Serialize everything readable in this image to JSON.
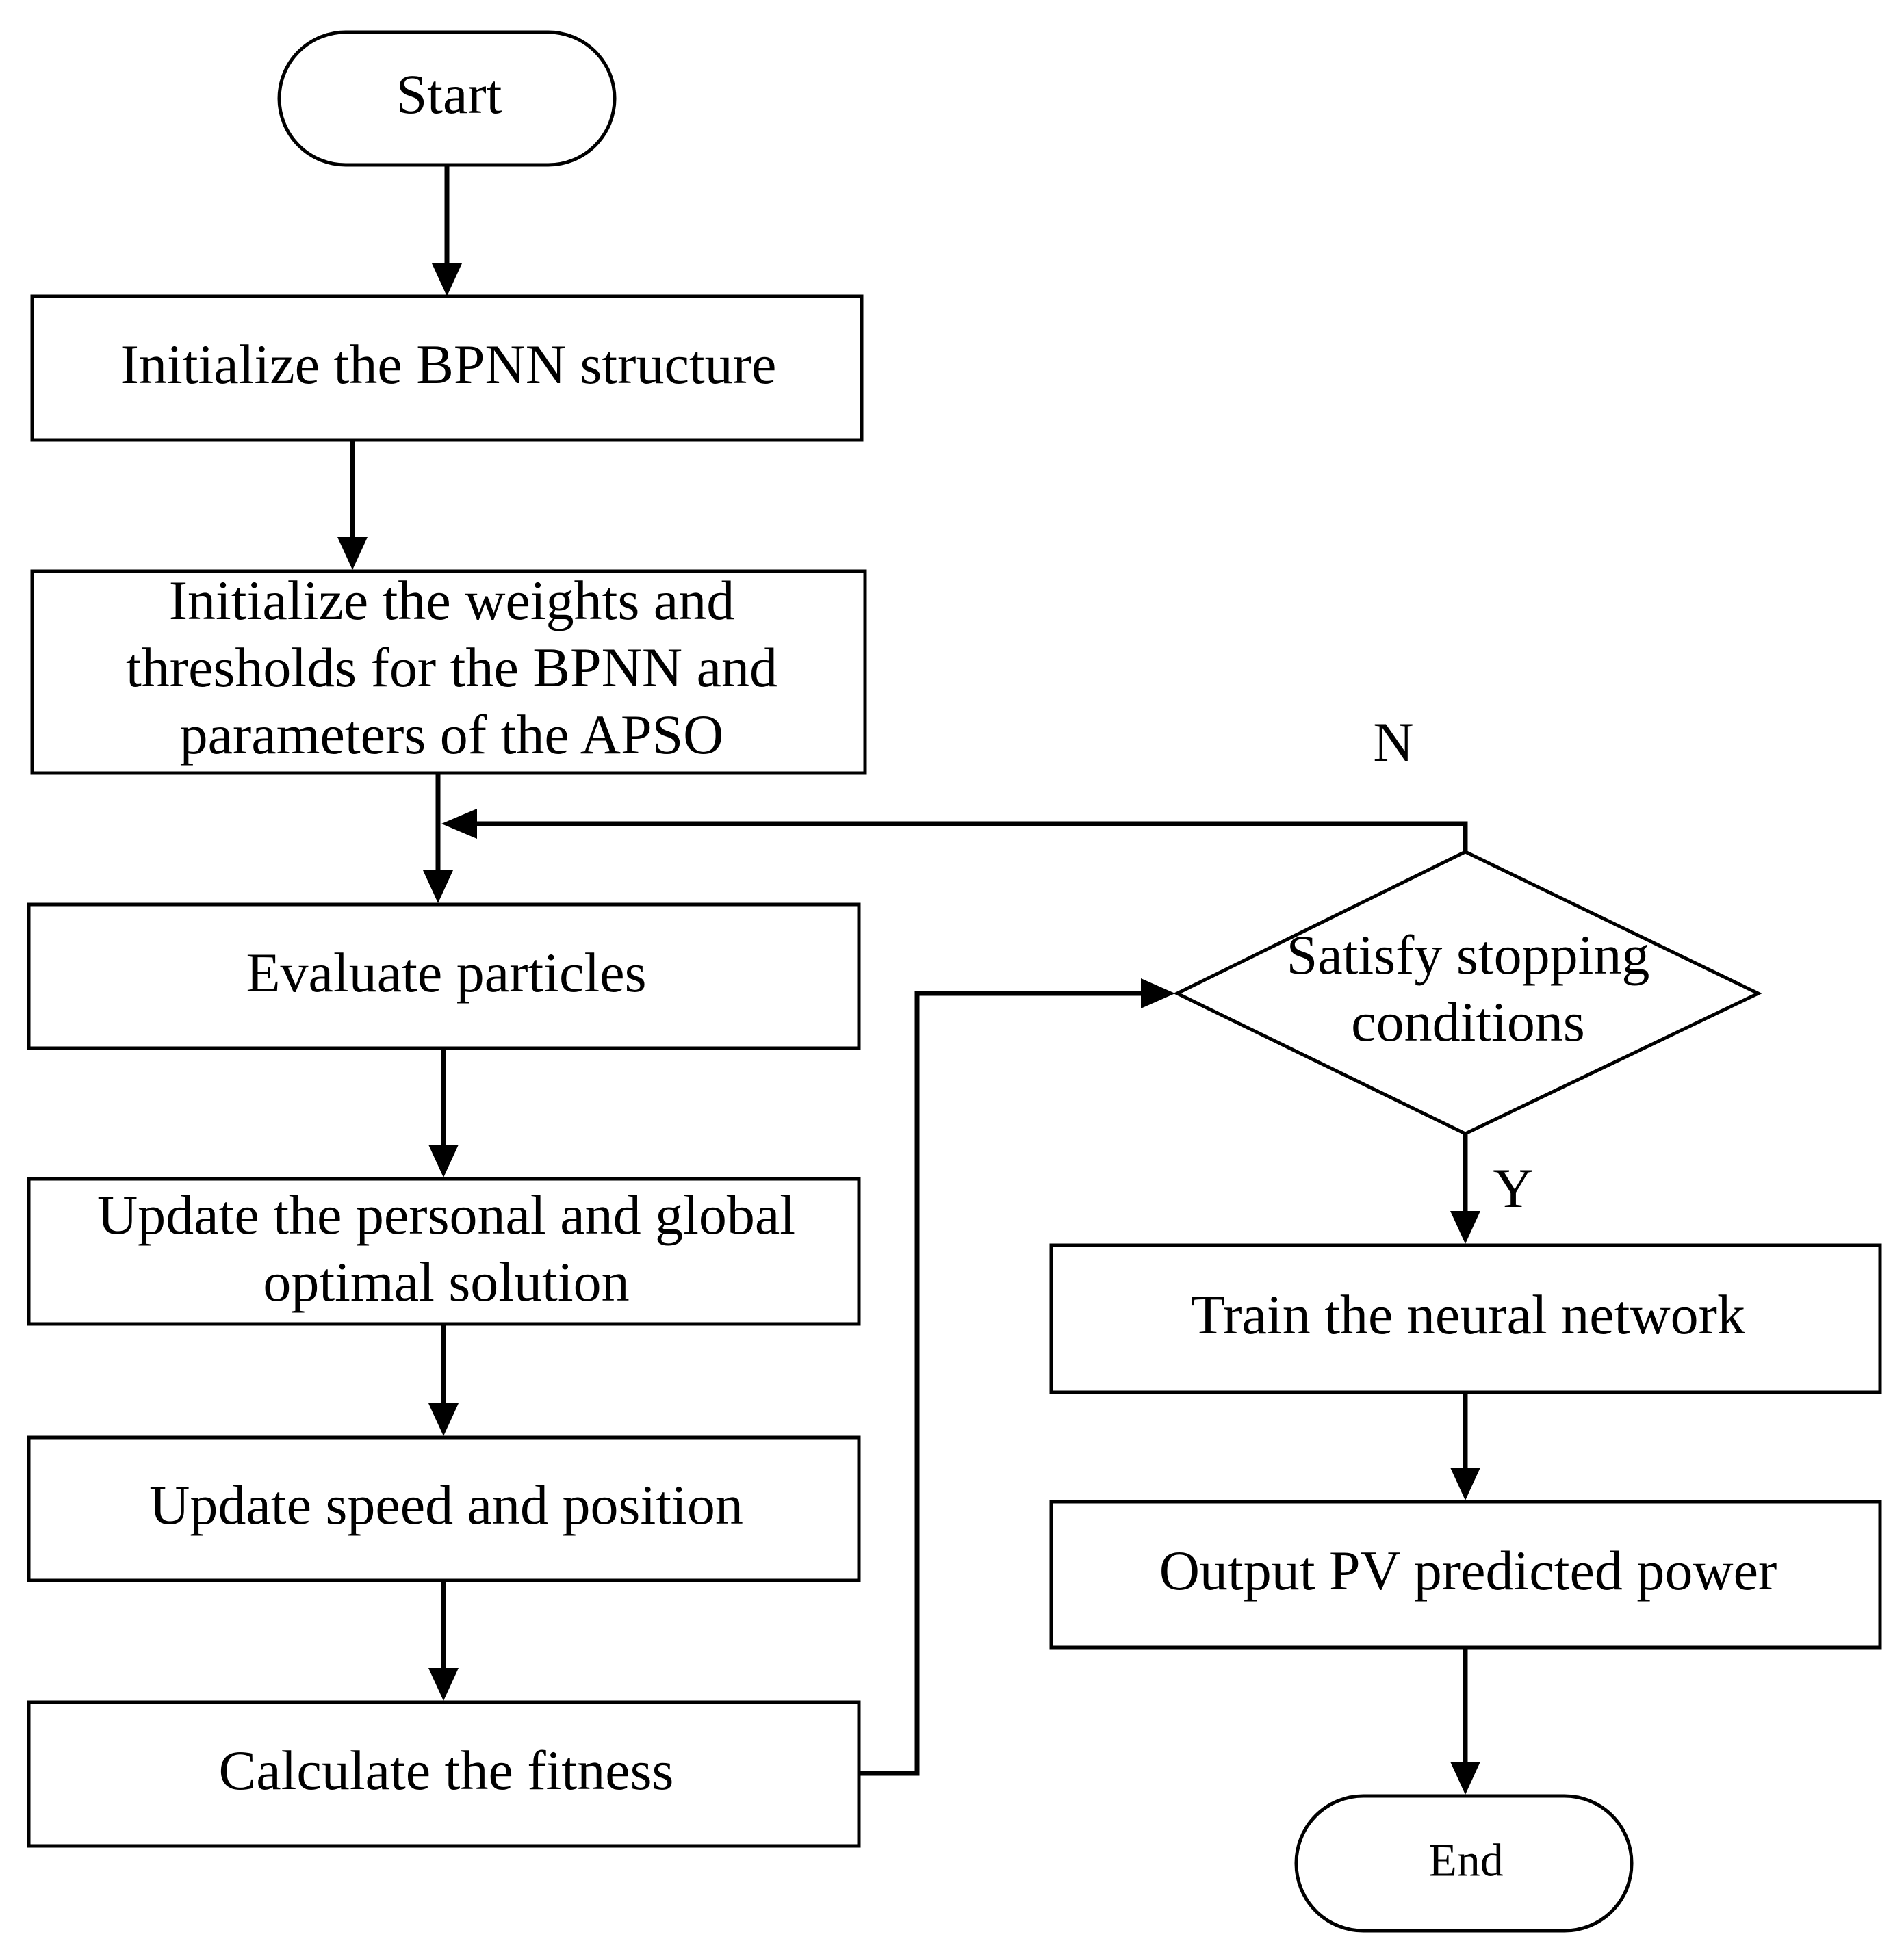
{
  "diagram": {
    "type": "flowchart",
    "nodes": [
      {
        "id": "start",
        "shape": "terminator",
        "lines": [
          "Start"
        ]
      },
      {
        "id": "init-structure",
        "shape": "process",
        "lines": [
          "Initialize the BPNN structure"
        ]
      },
      {
        "id": "init-weights",
        "shape": "process",
        "lines": [
          "Initialize the weights and",
          "thresholds for the BPNN and",
          "parameters of the APSO"
        ]
      },
      {
        "id": "evaluate",
        "shape": "process",
        "lines": [
          "Evaluate particles"
        ]
      },
      {
        "id": "update-optimal",
        "shape": "process",
        "lines": [
          "Update the personal and global",
          "optimal solution"
        ]
      },
      {
        "id": "update-speed",
        "shape": "process",
        "lines": [
          "Update speed and position"
        ]
      },
      {
        "id": "fitness",
        "shape": "process",
        "lines": [
          "Calculate the fitness"
        ]
      },
      {
        "id": "decision",
        "shape": "decision",
        "lines": [
          "Satisfy stopping",
          "conditions"
        ]
      },
      {
        "id": "train",
        "shape": "process",
        "lines": [
          "Train the neural network"
        ]
      },
      {
        "id": "output",
        "shape": "process",
        "lines": [
          "Output PV predicted power"
        ]
      },
      {
        "id": "end",
        "shape": "terminator",
        "lines": [
          "End"
        ]
      }
    ],
    "edges": [
      {
        "from": "start",
        "to": "init-structure",
        "label": ""
      },
      {
        "from": "init-structure",
        "to": "init-weights",
        "label": ""
      },
      {
        "from": "init-weights",
        "to": "evaluate",
        "label": ""
      },
      {
        "from": "evaluate",
        "to": "update-optimal",
        "label": ""
      },
      {
        "from": "update-optimal",
        "to": "update-speed",
        "label": ""
      },
      {
        "from": "update-speed",
        "to": "fitness",
        "label": ""
      },
      {
        "from": "fitness",
        "to": "decision",
        "label": ""
      },
      {
        "from": "decision",
        "to": "evaluate",
        "label": "N"
      },
      {
        "from": "decision",
        "to": "train",
        "label": "Y"
      },
      {
        "from": "train",
        "to": "output",
        "label": ""
      },
      {
        "from": "output",
        "to": "end",
        "label": ""
      }
    ]
  }
}
